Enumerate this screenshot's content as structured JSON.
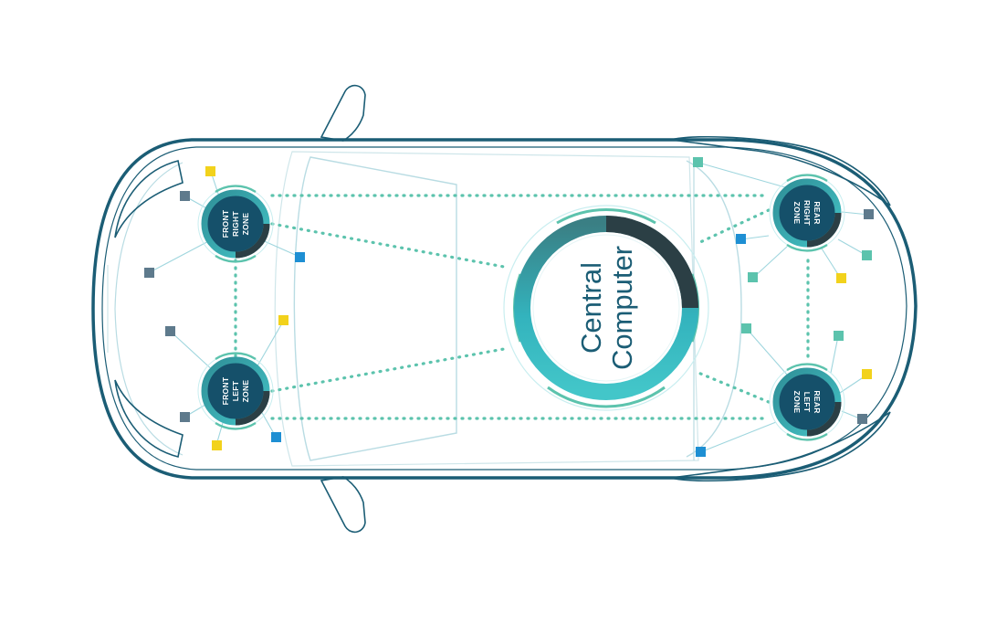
{
  "central": {
    "line1": "Central",
    "line2": "Computer"
  },
  "zones": {
    "front_right": {
      "line1": "FRONT",
      "line2": "RIGHT",
      "line3": "ZONE"
    },
    "front_left": {
      "line1": "FRONT",
      "line2": "LEFT",
      "line3": "ZONE"
    },
    "rear_right": {
      "line1": "REAR",
      "line2": "RIGHT",
      "line3": "ZONE"
    },
    "rear_left": {
      "line1": "REAR",
      "line2": "LEFT",
      "line3": "ZONE"
    }
  },
  "colors": {
    "car_outline": "#1b5d75",
    "car_detail": "#b9dce3",
    "network_dotted": "#5cc3ad",
    "zone_fill": "#15506a",
    "ring_teal": "#33b3bd",
    "ring_dark": "#2b3f45",
    "sensor_gray": "#5e7a8c",
    "sensor_yellow": "#f2d21c",
    "sensor_blue": "#1e8fd3",
    "sensor_teal": "#5cc3ad"
  }
}
